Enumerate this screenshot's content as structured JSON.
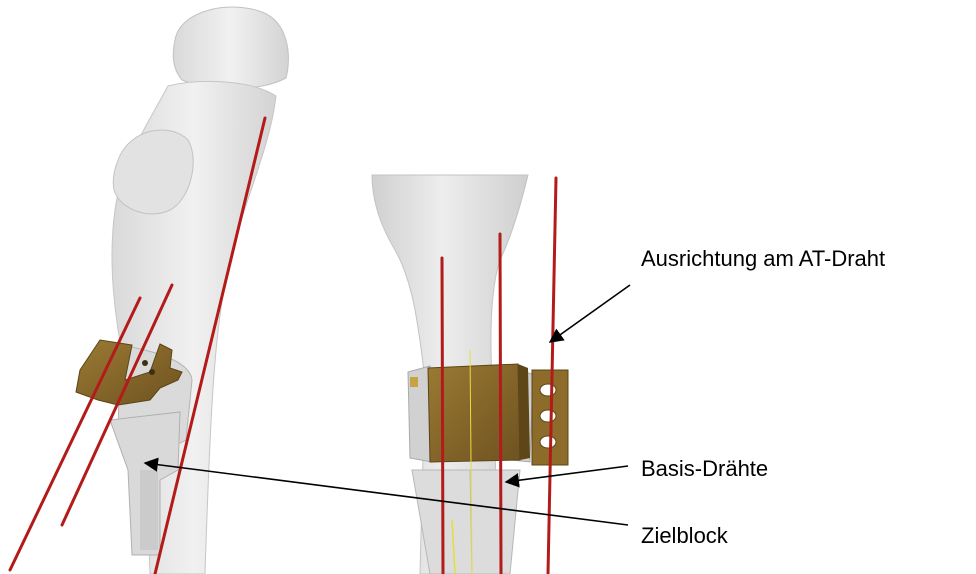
{
  "labels": {
    "ausrichtung": "Ausrichtung am AT-Draht",
    "basis": "Basis-Drähte",
    "zielblock": "Zielblock"
  },
  "colors": {
    "bone": "#e9e9e9",
    "bone_shadow": "#c9c9c9",
    "wire": "#b31b1b",
    "block": "#8a6a2c",
    "block_dark": "#5e4618",
    "guide": "#d4d4d4"
  }
}
